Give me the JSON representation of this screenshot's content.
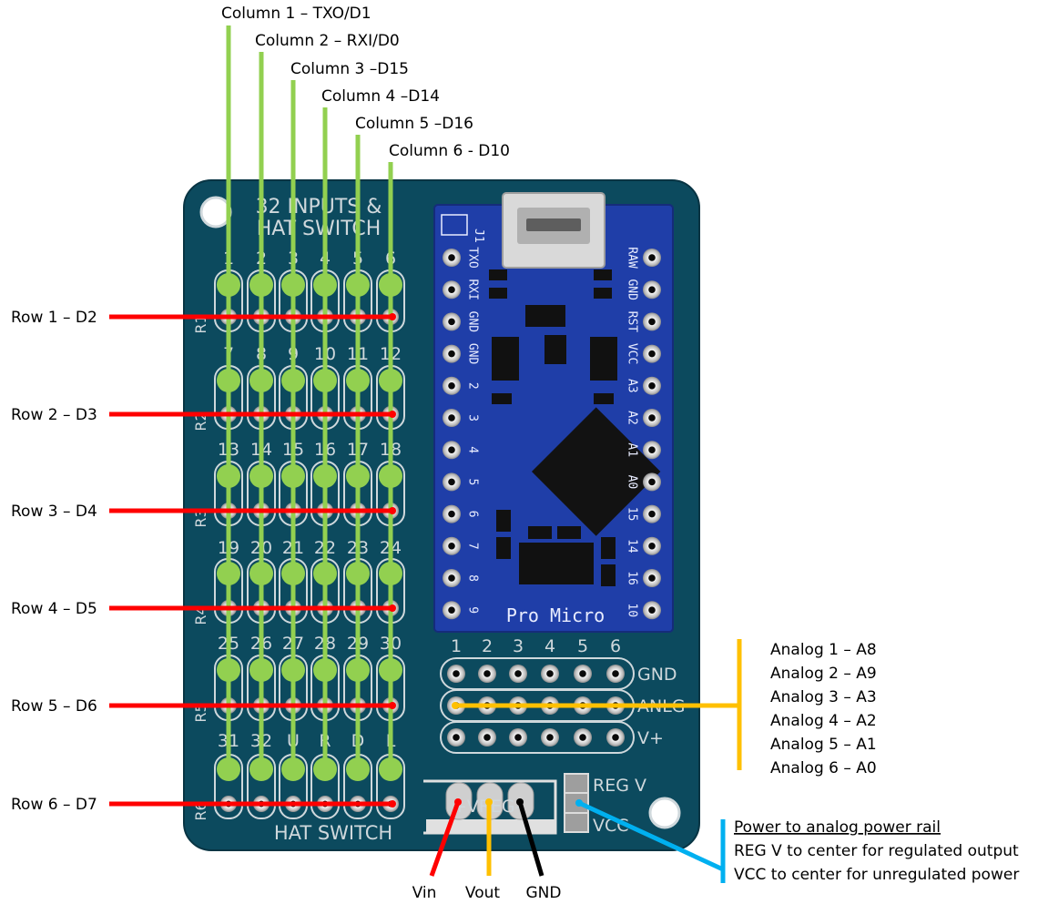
{
  "columns": [
    {
      "label": "Column 1 – TXO/D1"
    },
    {
      "label": "Column 2 – RXI/D0"
    },
    {
      "label": "Column 3 –D15"
    },
    {
      "label": "Column 4 –D14"
    },
    {
      "label": "Column 5 –D16"
    },
    {
      "label": "Column 6 - D10"
    }
  ],
  "rows": [
    {
      "label": "Row 1 – D2"
    },
    {
      "label": "Row 2 – D3"
    },
    {
      "label": "Row 3 – D4"
    },
    {
      "label": "Row 4 – D5"
    },
    {
      "label": "Row 5 – D6"
    },
    {
      "label": "Row 6 – D7"
    }
  ],
  "analog": [
    {
      "label": "Analog 1 – A8"
    },
    {
      "label": "Analog 2 – A9"
    },
    {
      "label": "Analog 3 – A3"
    },
    {
      "label": "Analog 4 – A2"
    },
    {
      "label": "Analog 5 – A1"
    },
    {
      "label": "Analog 6 – A0"
    }
  ],
  "power_note": {
    "heading": "Power to analog power rail",
    "line1": "REG V to center for regulated output",
    "line2": "VCC to center for unregulated power"
  },
  "regulator_pins": {
    "vin": "Vin",
    "vout": "Vout",
    "gnd": "GND"
  },
  "board": {
    "title_line1": "32 INPUTS &",
    "title_line2": "HAT SWITCH",
    "bottom_label": "HAT SWITCH",
    "col_numbers": [
      "1",
      "2",
      "3",
      "4",
      "5",
      "6"
    ],
    "button_numbers": [
      [
        "1",
        "2",
        "3",
        "4",
        "5",
        "6"
      ],
      [
        "7",
        "8",
        "9",
        "10",
        "11",
        "12"
      ],
      [
        "13",
        "14",
        "15",
        "16",
        "17",
        "18"
      ],
      [
        "19",
        "20",
        "21",
        "22",
        "23",
        "24"
      ],
      [
        "25",
        "26",
        "27",
        "28",
        "29",
        "30"
      ],
      [
        "31",
        "32",
        "U",
        "R",
        "D",
        "L"
      ]
    ],
    "row_marks": [
      "R1",
      "R2",
      "R3",
      "R4",
      "R5",
      "R6"
    ],
    "header_numbers": [
      "1",
      "2",
      "3",
      "4",
      "5",
      "6"
    ],
    "header_rows": [
      "GND",
      "ANLG",
      "V+"
    ],
    "reg_label": "+VREG–",
    "jumper_top": "REG V",
    "jumper_bottom": "VCC",
    "pro_micro_name": "Pro Micro",
    "j1": "J1",
    "left_pins": [
      "TXO",
      "RXI",
      "GND",
      "GND",
      "2",
      "3",
      "4",
      "5",
      "6",
      "7",
      "8",
      "9"
    ],
    "right_pins": [
      "RAW",
      "GND",
      "RST",
      "VCC",
      "A3",
      "A2",
      "A1",
      "A0",
      "15",
      "14",
      "16",
      "10"
    ]
  },
  "colors": {
    "column_wire": "#92d050",
    "row_wire": "#ff0000",
    "analog_wire": "#ffc000",
    "power_wire": "#00b0f0",
    "pcb": "#0c4a5e",
    "pro_micro": "#1f3ea8",
    "vin_wire": "#ff0000",
    "vout_wire": "#ffc000",
    "gnd_wire": "#000000"
  }
}
